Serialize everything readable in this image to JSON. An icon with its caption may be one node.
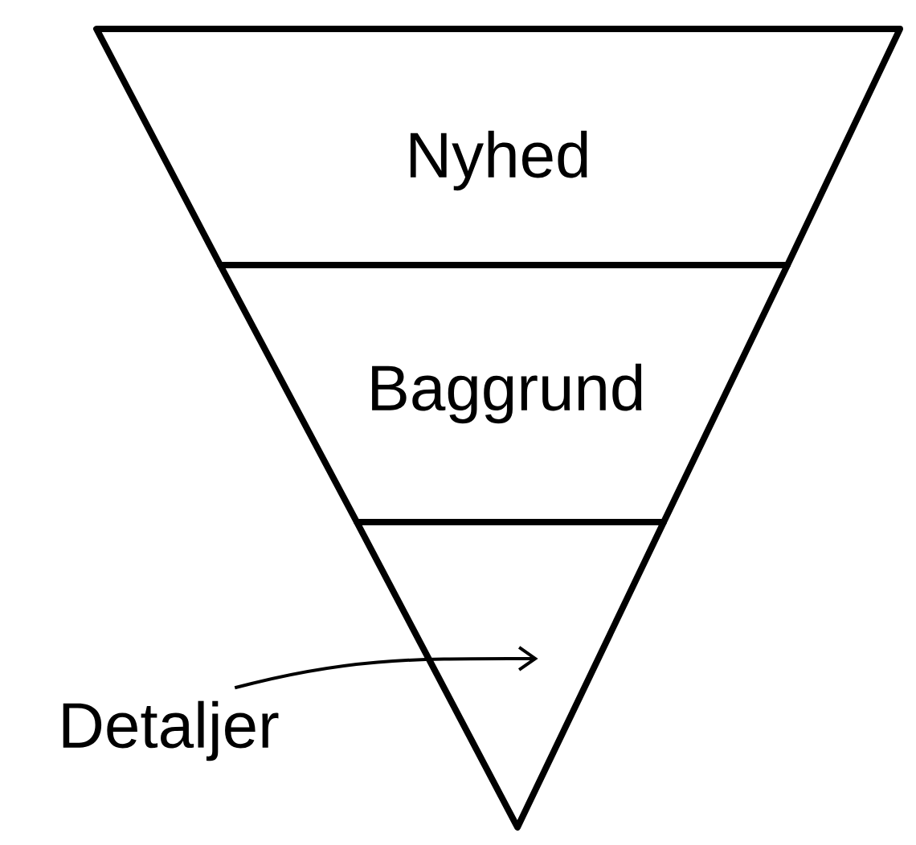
{
  "diagram": {
    "nodes": [
      {
        "text": [
          "Nyhed"
        ]
      },
      {
        "text": [
          "Baggrund"
        ]
      },
      {
        "text": [],
        "shape": "triangle"
      },
      {
        "text": [
          "Detaljer"
        ]
      }
    ],
    "edges": [
      {
        "from": 3,
        "to": 2,
        "arrow": "to"
      }
    ]
  }
}
